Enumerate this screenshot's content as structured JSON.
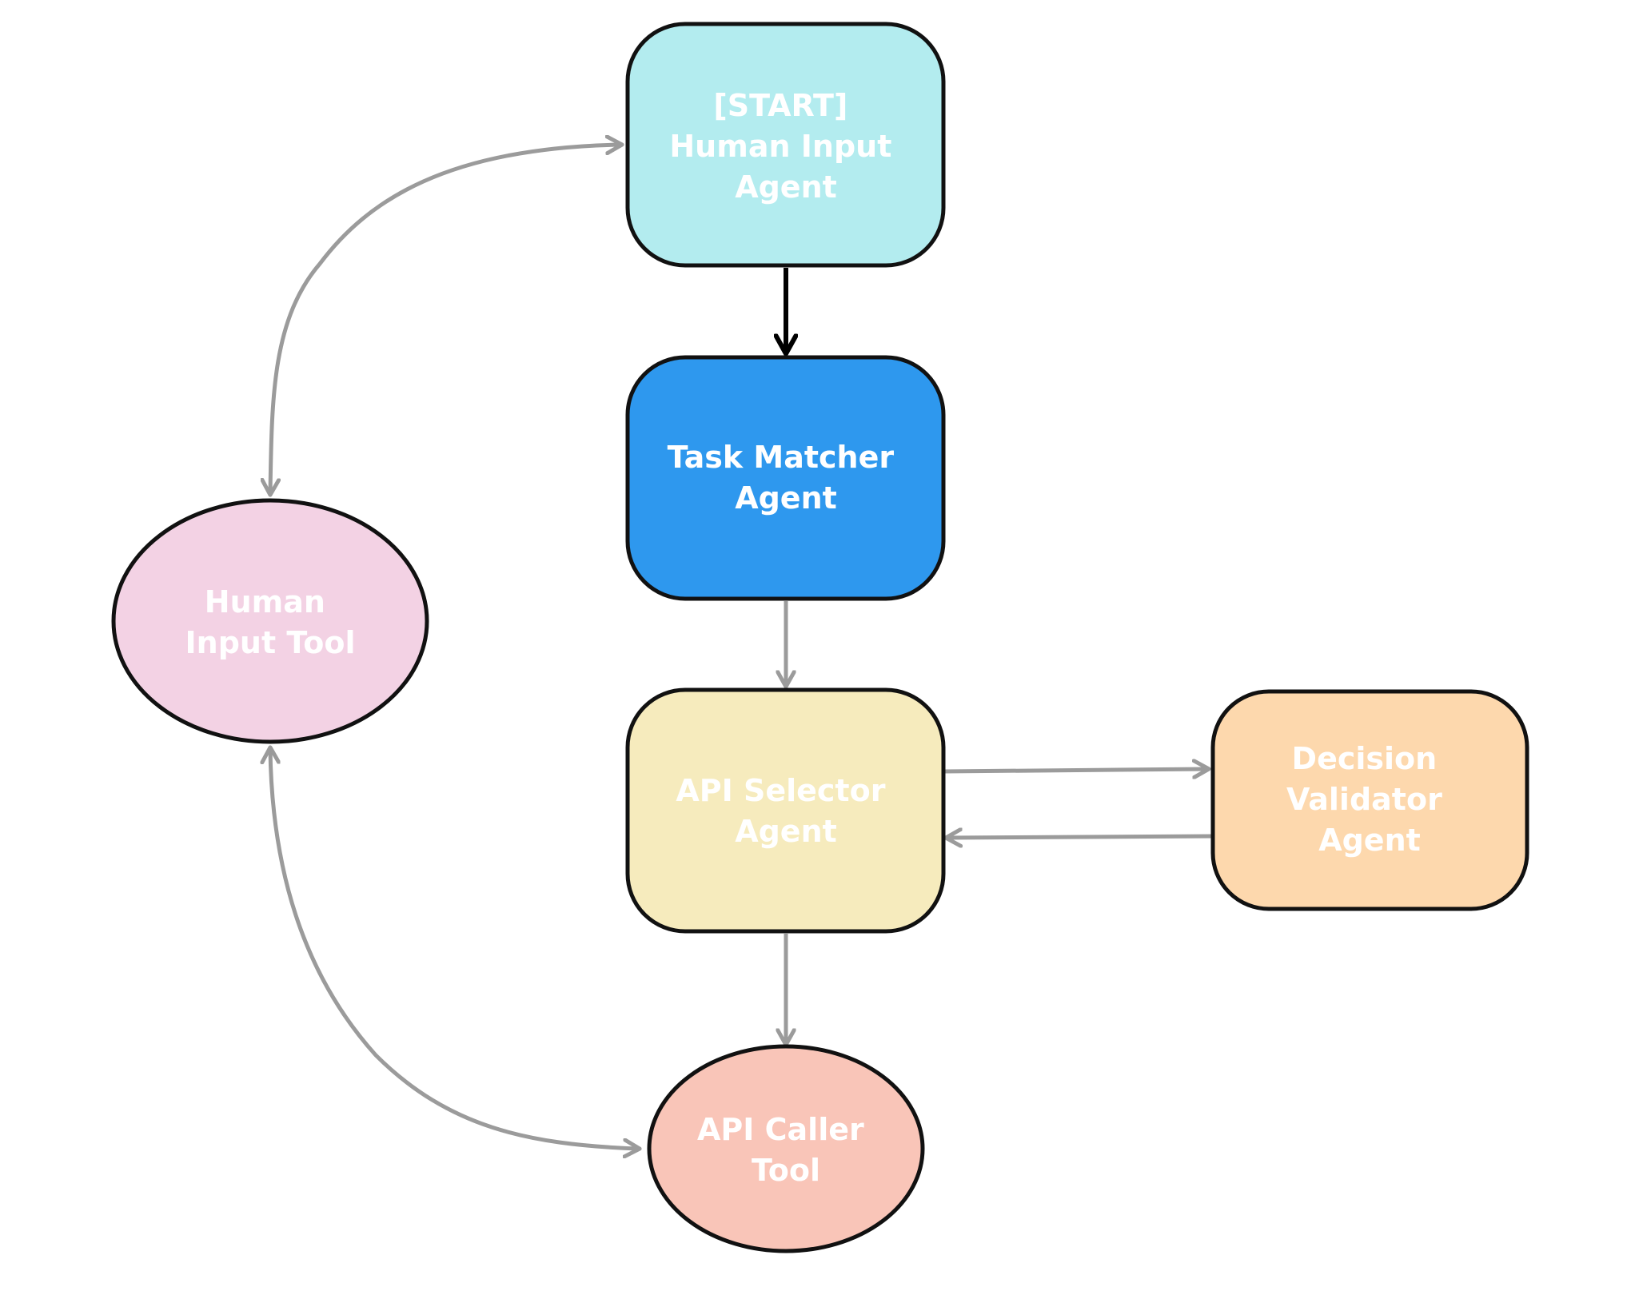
{
  "nodes": {
    "human_input_agent": {
      "lines": [
        "[START]",
        "Human Input",
        "Agent"
      ],
      "fill": "#b3ecef"
    },
    "task_matcher_agent": {
      "lines": [
        "Task Matcher",
        "Agent"
      ],
      "fill": "#2e98ee"
    },
    "api_selector_agent": {
      "lines": [
        "API Selector",
        "Agent"
      ],
      "fill": "#f6ebbd"
    },
    "decision_validator_agent": {
      "lines": [
        "Decision",
        "Validator",
        "Agent"
      ],
      "fill": "#fdd8ad"
    },
    "human_input_tool": {
      "lines": [
        "Human",
        "Input Tool"
      ],
      "fill": "#f3d2e4"
    },
    "api_caller_tool": {
      "lines": [
        "API Caller",
        "Tool"
      ],
      "fill": "#f9c5b8"
    }
  },
  "colors": {
    "border": "#111111",
    "edge_primary": "#000000",
    "edge_secondary": "#9b9b9b",
    "label_text": "#ffffff"
  }
}
